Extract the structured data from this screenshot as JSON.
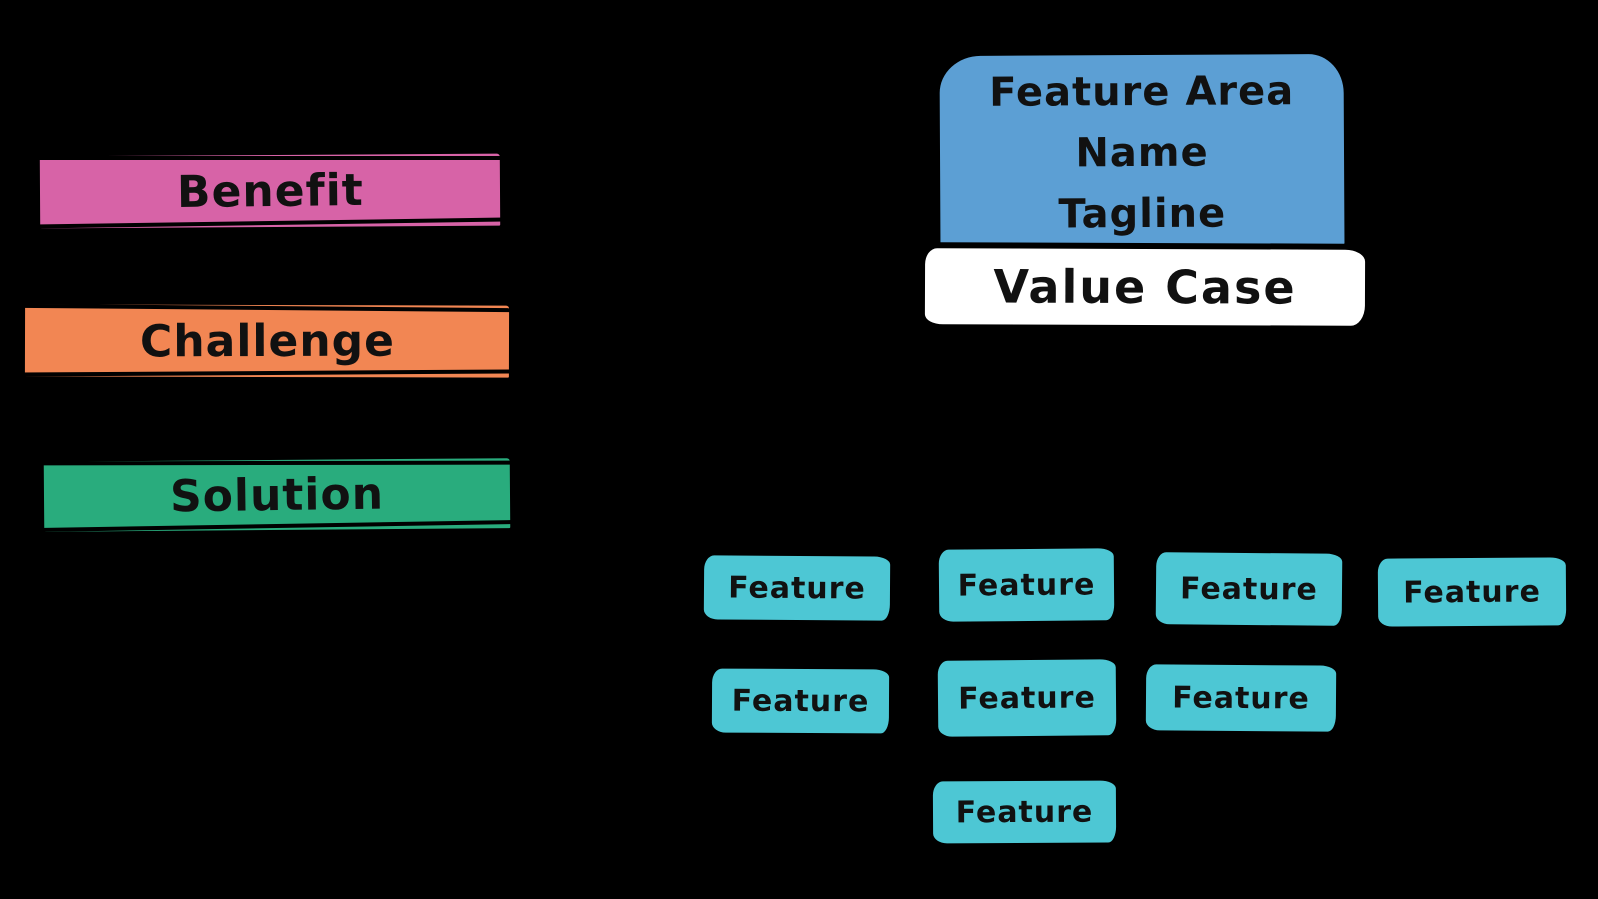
{
  "colors": {
    "background": "#000000",
    "benefit": "#D763A7",
    "challenge": "#F28653",
    "solution": "#29AC7D",
    "feature_area": "#5C9FD4",
    "value_case_bg": "#FFFFFF",
    "feature": "#4DC7D4",
    "outline": "#000000",
    "text": "#111111"
  },
  "left_stack": {
    "items": [
      {
        "label": "Benefit"
      },
      {
        "label": "Challenge"
      },
      {
        "label": "Solution"
      }
    ]
  },
  "feature_area_card": {
    "lines": [
      "Feature Area",
      "Name",
      "Tagline"
    ],
    "value_case_label": "Value Case"
  },
  "features": {
    "rows": [
      {
        "items": [
          {
            "label": "Feature"
          },
          {
            "label": "Feature"
          },
          {
            "label": "Feature"
          },
          {
            "label": "Feature"
          }
        ]
      },
      {
        "items": [
          {
            "label": "Feature"
          },
          {
            "label": "Feature"
          },
          {
            "label": "Feature"
          }
        ]
      },
      {
        "items": [
          {
            "label": "Feature"
          }
        ]
      }
    ]
  }
}
